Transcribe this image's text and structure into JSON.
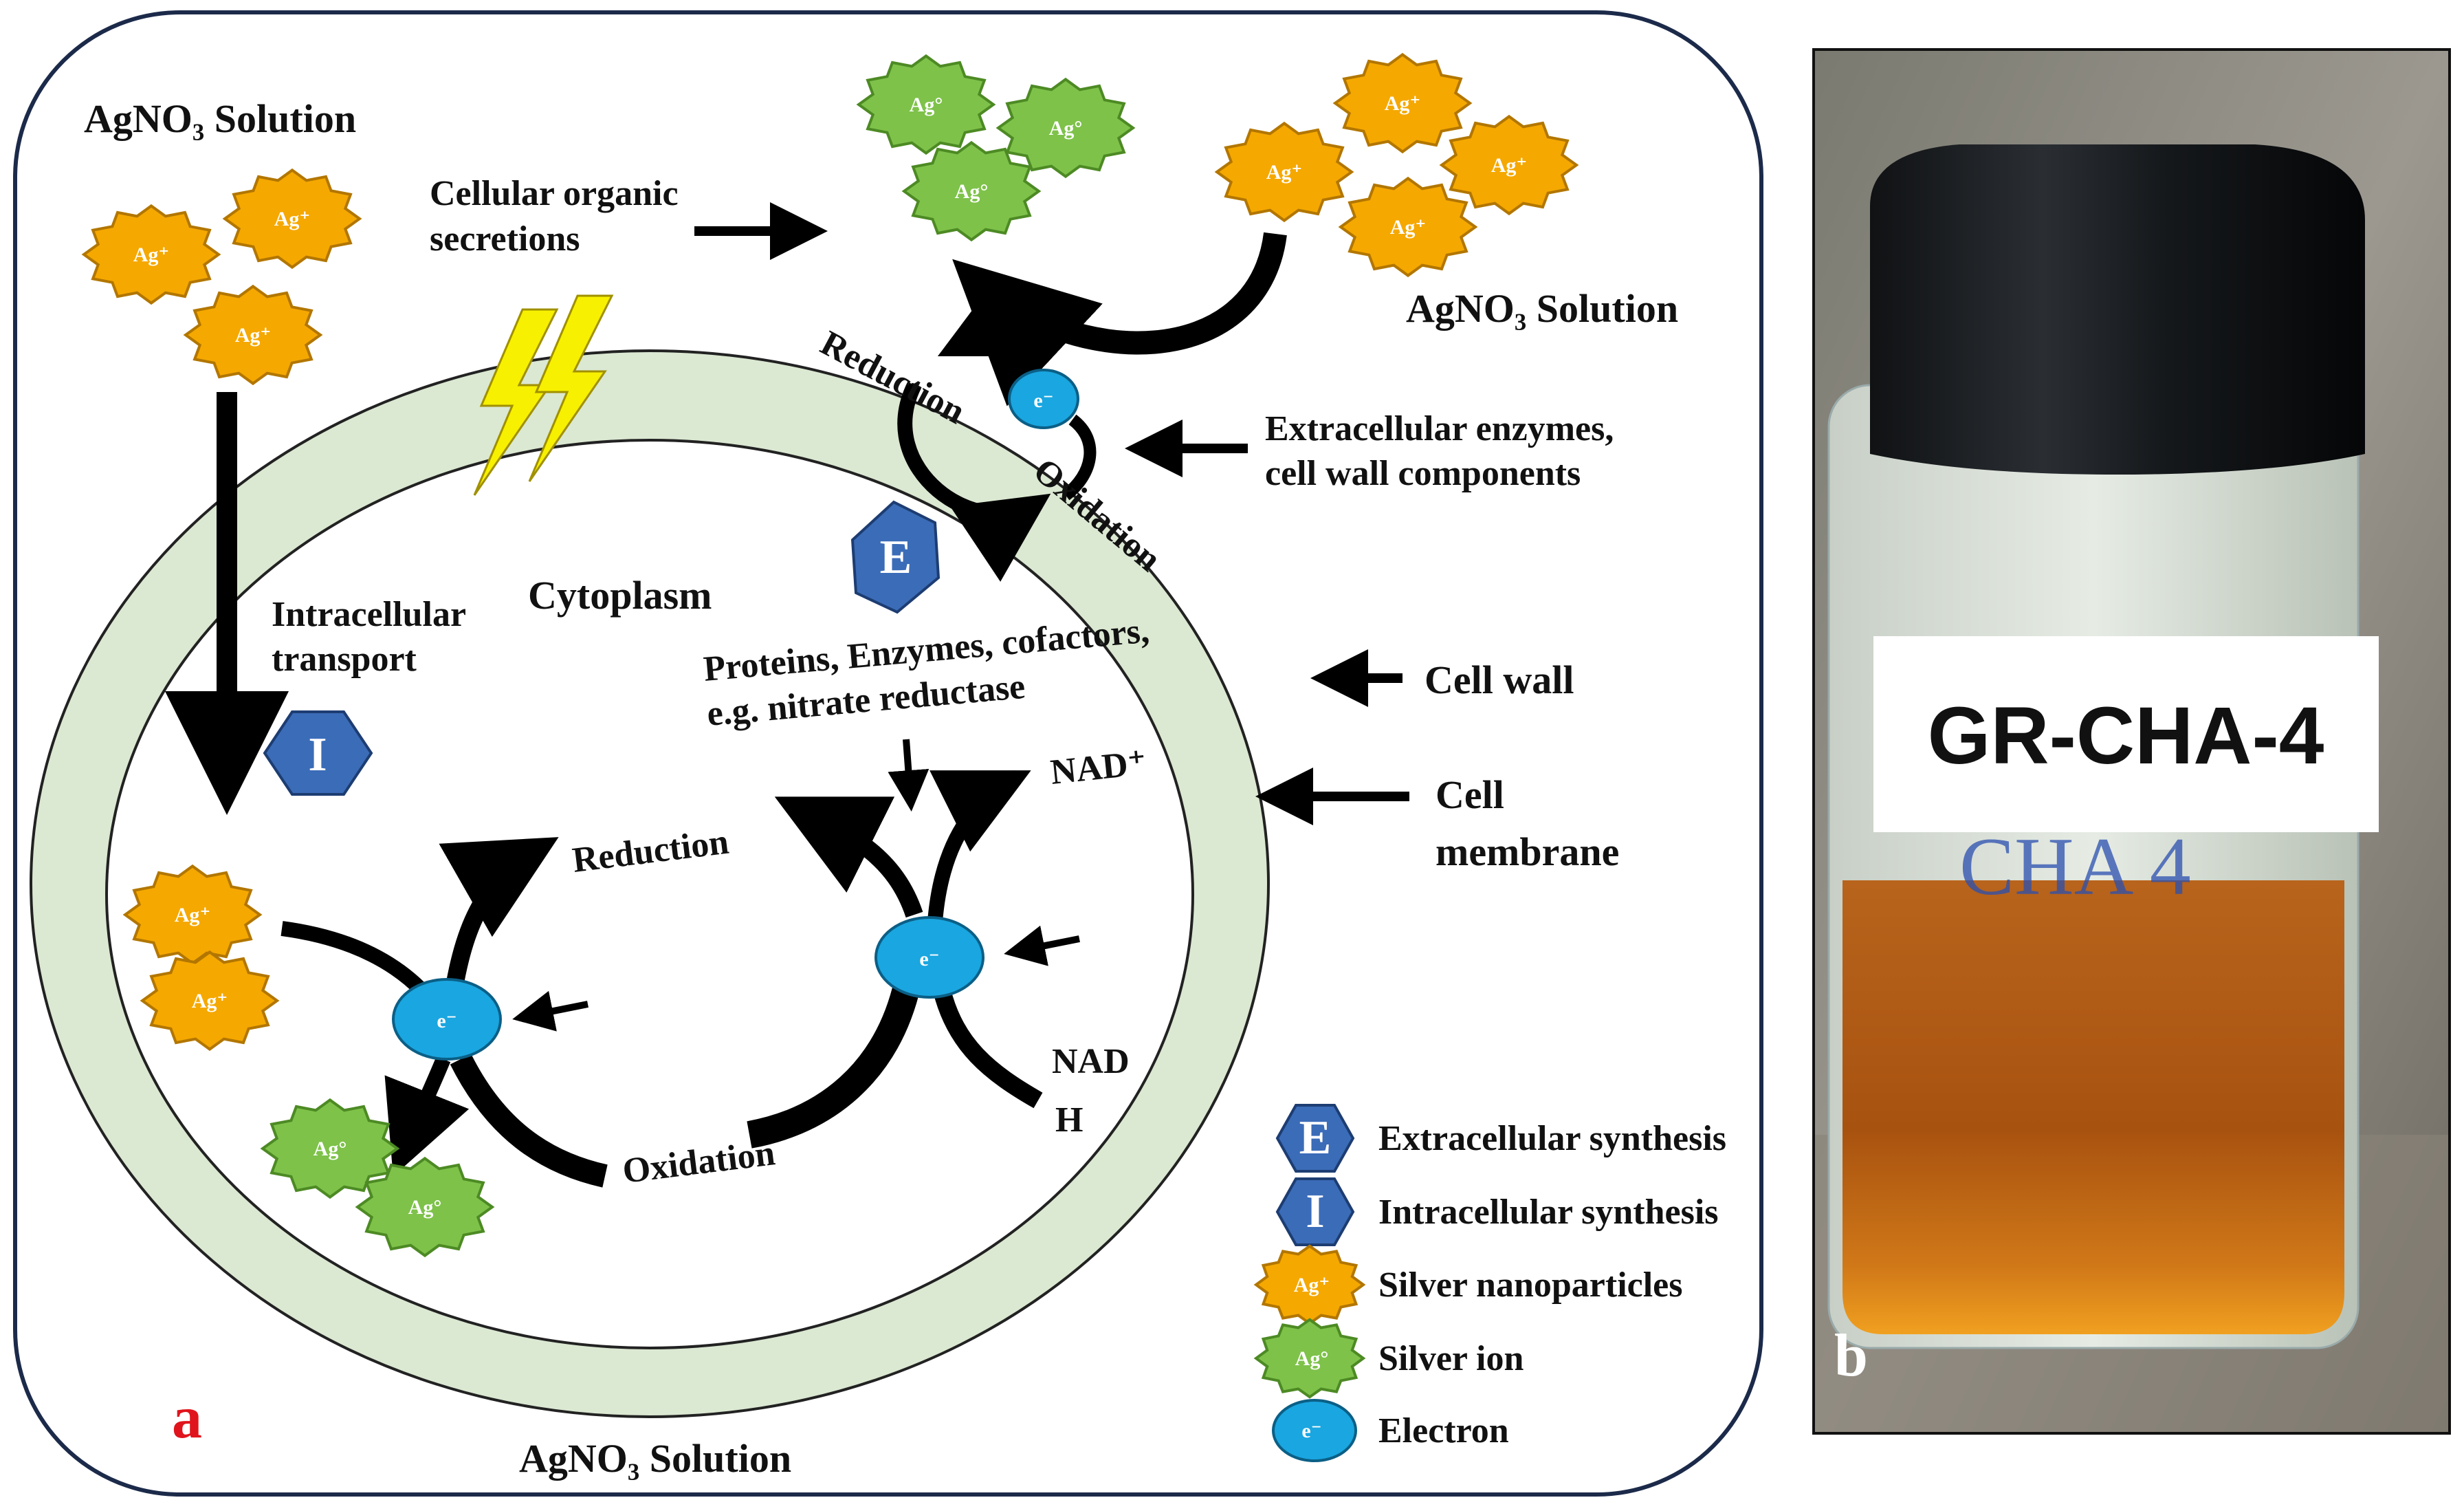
{
  "diagram": {
    "labels": {
      "agno3_top_left": "AgNO₃ Solution",
      "agno3_top_right": "AgNO₃ Solution",
      "agno3_bottom": "AgNO₃ Solution",
      "secretions_1": "Cellular organic",
      "secretions_2": "secretions",
      "reduction_outer": "Reduction",
      "oxidation_outer": "Oxidation",
      "extracellular_1": "Extracellular enzymes,",
      "extracellular_2": "cell wall components",
      "cytoplasm": "Cytoplasm",
      "intracellular_1": "Intracellular",
      "intracellular_2": "transport",
      "proteins_1": "Proteins, Enzymes, cofactors,",
      "proteins_2": "e.g. nitrate reductase",
      "cell_wall": "Cell wall",
      "cell_membrane_1": "Cell",
      "cell_membrane_2": "membrane",
      "reduction_inner": "Reduction",
      "oxidation_inner": "Oxidation",
      "nad_plus": "NAD⁺",
      "nadh_1": "NAD",
      "nadh_2": "H",
      "panel_a": "a"
    },
    "symbols": {
      "ag_plus": "Ag⁺",
      "ag_zero": "Ag°",
      "electron": "e⁻",
      "extracellular_hex": "E",
      "intracellular_hex": "I"
    },
    "legend": [
      {
        "symbol": "E",
        "label": "Extracellular synthesis"
      },
      {
        "symbol": "I",
        "label": "Intracellular synthesis"
      },
      {
        "symbol": "Ag⁺",
        "label": "Silver nanoparticles"
      },
      {
        "symbol": "Ag°",
        "label": "Silver ion"
      },
      {
        "symbol": "e⁻",
        "label": "Electron"
      }
    ]
  },
  "photo": {
    "vial_label": "GR-CHA-4",
    "handwriting": "CHA 4",
    "panel_b": "b"
  },
  "colors": {
    "orange_ion": "#f5a800",
    "green_ion": "#7ec24a",
    "electron": "#1aa6e0",
    "hexagon": "#3b6cb8",
    "cell_ring": "#dbe8d2",
    "panel_letter_a": "#e0141c",
    "panel_letter_b": "#ffffff"
  }
}
